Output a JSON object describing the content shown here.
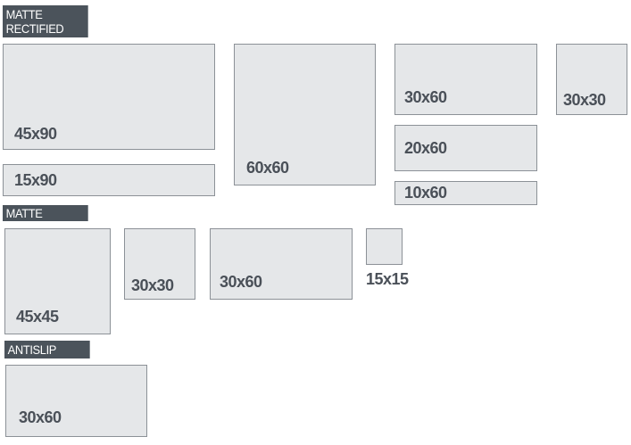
{
  "sections": {
    "matte_rectified": "MATTE\nRECTIFIED",
    "matte": "MATTE",
    "antislip": "ANTISLIP"
  },
  "tiles": {
    "t45x90": "45x90",
    "t15x90": "15x90",
    "t60x60": "60x60",
    "t30x60_top": "30x60",
    "t20x60": "20x60",
    "t10x60": "10x60",
    "t30x30_top": "30x30",
    "t45x45": "45x45",
    "t30x30_matte": "30x30",
    "t30x60_matte": "30x60",
    "t15x15": "15x15",
    "t30x60_antislip": "30x60"
  },
  "colors": {
    "label_bg": "#4b535b",
    "tile_fill": "#e5e7e9",
    "tile_border": "#8c9197",
    "text": "#4a5058"
  }
}
